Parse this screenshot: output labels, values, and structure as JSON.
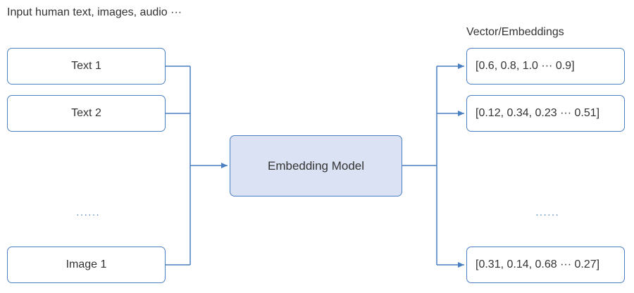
{
  "left_title": "Input human text, images, audio ···",
  "right_title": "Vector/Embeddings",
  "inputs": [
    {
      "label": "Text 1"
    },
    {
      "label": "Text 2"
    },
    {
      "label": "Image 1"
    }
  ],
  "input_ellipsis": "······",
  "model": {
    "label": "Embedding Model"
  },
  "outputs": [
    {
      "label": "[0.6, 0.8, 1.0 ··· 0.9]"
    },
    {
      "label": "[0.12, 0.34, 0.23 ··· 0.51]"
    },
    {
      "label": "[0.31, 0.14, 0.68 ··· 0.27]"
    }
  ],
  "output_ellipsis": "······",
  "colors": {
    "stroke": "#4a7fc1",
    "model_fill": "#dbe2f3",
    "text": "#333333"
  }
}
